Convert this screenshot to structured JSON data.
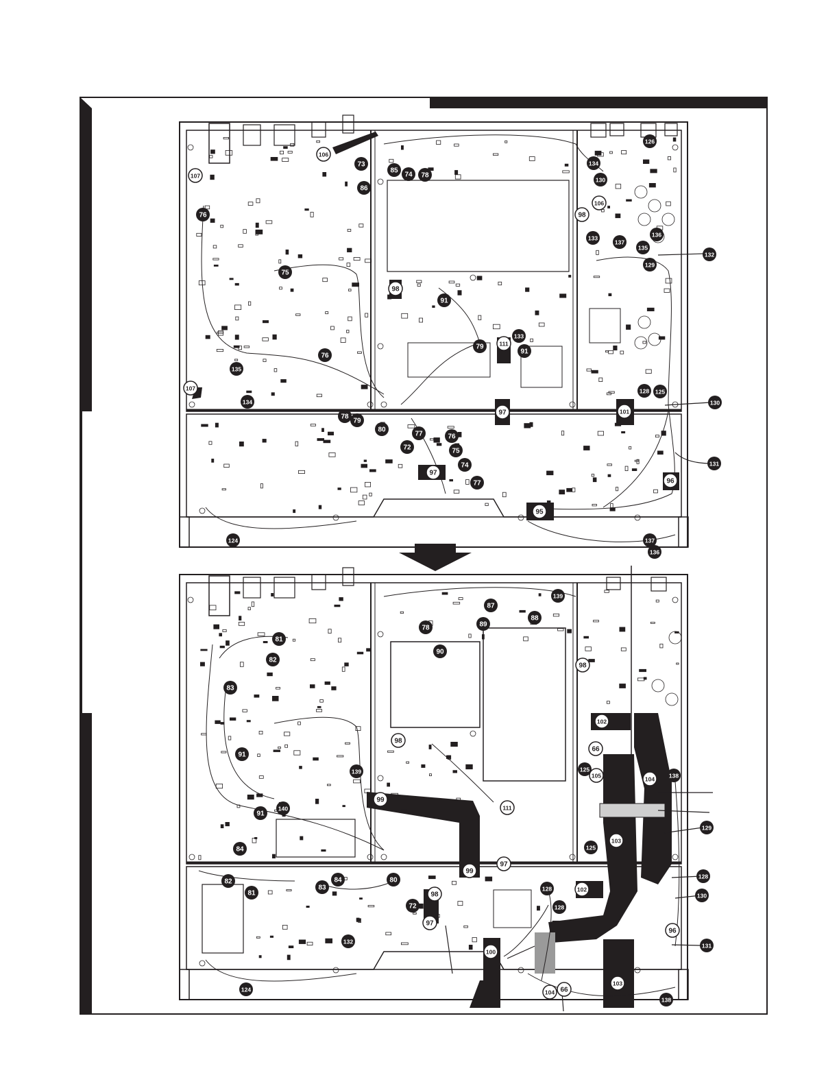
{
  "colors": {
    "ink": "#231f20",
    "board": "#ffffff",
    "label_fill": "#231f20",
    "label_text": "#ffffff",
    "wire": "#231f20"
  },
  "top_board": {
    "callouts": [
      {
        "text": "106",
        "style": "outline"
      },
      {
        "text": "73",
        "style": "filled"
      },
      {
        "text": "85",
        "style": "filled"
      },
      {
        "text": "74",
        "style": "filled"
      },
      {
        "text": "78",
        "style": "filled"
      },
      {
        "text": "86",
        "style": "filled"
      },
      {
        "text": "107",
        "style": "outline"
      },
      {
        "text": "76",
        "style": "filled"
      },
      {
        "text": "75",
        "style": "filled"
      },
      {
        "text": "98",
        "style": "outline"
      },
      {
        "text": "91",
        "style": "filled"
      },
      {
        "text": "79",
        "style": "filled"
      },
      {
        "text": "111",
        "style": "outline"
      },
      {
        "text": "133",
        "style": "filled"
      },
      {
        "text": "91",
        "style": "filled"
      },
      {
        "text": "76",
        "style": "filled"
      },
      {
        "text": "135",
        "style": "filled"
      },
      {
        "text": "107",
        "style": "outline"
      },
      {
        "text": "134",
        "style": "filled"
      },
      {
        "text": "126",
        "style": "filled"
      },
      {
        "text": "134",
        "style": "filled"
      },
      {
        "text": "130",
        "style": "filled"
      },
      {
        "text": "106",
        "style": "outline"
      },
      {
        "text": "98",
        "style": "outline"
      },
      {
        "text": "133",
        "style": "filled"
      },
      {
        "text": "137",
        "style": "filled"
      },
      {
        "text": "135",
        "style": "filled"
      },
      {
        "text": "136",
        "style": "filled"
      },
      {
        "text": "129",
        "style": "filled"
      },
      {
        "text": "128",
        "style": "filled"
      },
      {
        "text": "125",
        "style": "filled"
      },
      {
        "text": "101",
        "style": "outline"
      },
      {
        "text": "97",
        "style": "outline"
      },
      {
        "text": "78",
        "style": "filled"
      },
      {
        "text": "79",
        "style": "filled"
      },
      {
        "text": "80",
        "style": "filled"
      },
      {
        "text": "77",
        "style": "filled"
      },
      {
        "text": "72",
        "style": "filled"
      },
      {
        "text": "76",
        "style": "filled"
      },
      {
        "text": "75",
        "style": "filled"
      },
      {
        "text": "97",
        "style": "outline"
      },
      {
        "text": "74",
        "style": "filled"
      },
      {
        "text": "77",
        "style": "filled"
      },
      {
        "text": "95",
        "style": "outline"
      },
      {
        "text": "96",
        "style": "outline"
      },
      {
        "text": "124",
        "style": "filled"
      },
      {
        "text": "137",
        "style": "filled"
      },
      {
        "text": "136",
        "style": "filled"
      }
    ],
    "side_callouts": [
      {
        "text": "132"
      },
      {
        "text": "130"
      },
      {
        "text": "131"
      }
    ]
  },
  "bottom_board": {
    "callouts": [
      {
        "text": "139",
        "style": "filled"
      },
      {
        "text": "87",
        "style": "filled"
      },
      {
        "text": "88",
        "style": "filled"
      },
      {
        "text": "89",
        "style": "filled"
      },
      {
        "text": "78",
        "style": "filled"
      },
      {
        "text": "90",
        "style": "filled"
      },
      {
        "text": "81",
        "style": "filled"
      },
      {
        "text": "82",
        "style": "filled"
      },
      {
        "text": "83",
        "style": "filled"
      },
      {
        "text": "98",
        "style": "outline"
      },
      {
        "text": "98",
        "style": "outline"
      },
      {
        "text": "91",
        "style": "filled"
      },
      {
        "text": "139",
        "style": "filled"
      },
      {
        "text": "91",
        "style": "filled"
      },
      {
        "text": "140",
        "style": "filled"
      },
      {
        "text": "99",
        "style": "outline"
      },
      {
        "text": "111",
        "style": "outline"
      },
      {
        "text": "84",
        "style": "filled"
      },
      {
        "text": "99",
        "style": "outline"
      },
      {
        "text": "97",
        "style": "outline"
      },
      {
        "text": "82",
        "style": "filled"
      },
      {
        "text": "81",
        "style": "filled"
      },
      {
        "text": "83",
        "style": "filled"
      },
      {
        "text": "84",
        "style": "filled"
      },
      {
        "text": "80",
        "style": "filled"
      },
      {
        "text": "98",
        "style": "outline"
      },
      {
        "text": "72",
        "style": "filled"
      },
      {
        "text": "97",
        "style": "outline"
      },
      {
        "text": "132",
        "style": "filled"
      },
      {
        "text": "124",
        "style": "filled"
      },
      {
        "text": "100",
        "style": "outline"
      },
      {
        "text": "104",
        "style": "outline"
      },
      {
        "text": "66",
        "style": "outline"
      },
      {
        "text": "103",
        "style": "outline"
      },
      {
        "text": "138",
        "style": "filled"
      },
      {
        "text": "102",
        "style": "outline"
      },
      {
        "text": "66",
        "style": "outline"
      },
      {
        "text": "125",
        "style": "filled"
      },
      {
        "text": "105",
        "style": "outline"
      },
      {
        "text": "104",
        "style": "outline"
      },
      {
        "text": "138",
        "style": "filled"
      },
      {
        "text": "103",
        "style": "outline"
      },
      {
        "text": "125",
        "style": "filled"
      },
      {
        "text": "128",
        "style": "filled"
      },
      {
        "text": "128",
        "style": "filled"
      },
      {
        "text": "102",
        "style": "outline"
      },
      {
        "text": "96",
        "style": "outline"
      }
    ],
    "side_callouts": [
      {
        "text": "129"
      },
      {
        "text": "128"
      },
      {
        "text": "130"
      },
      {
        "text": "131"
      }
    ]
  }
}
